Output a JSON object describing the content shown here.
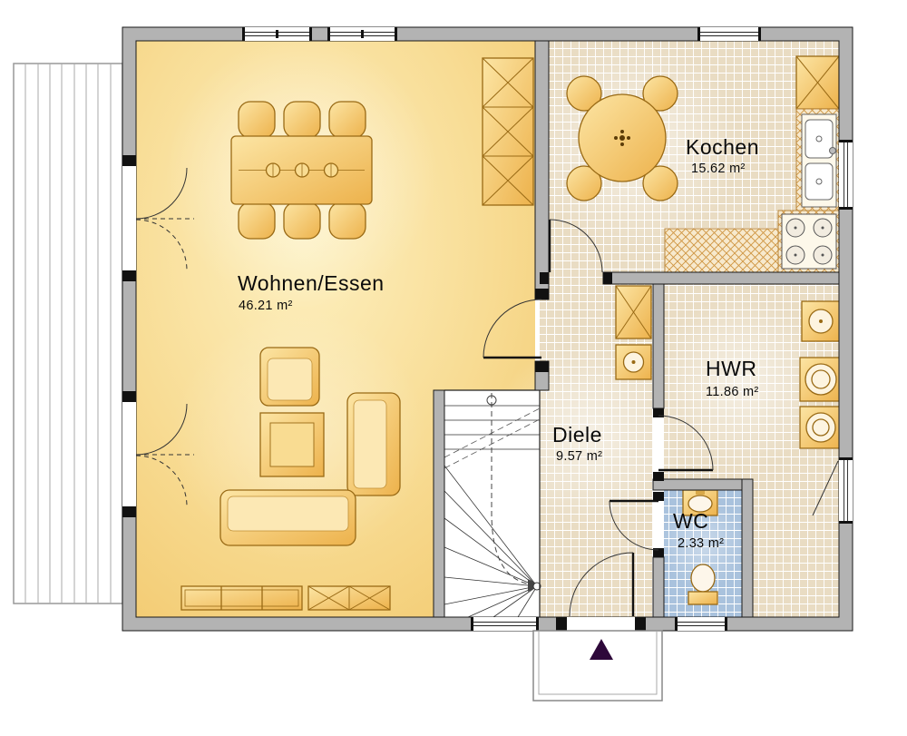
{
  "plan": {
    "rooms": [
      {
        "id": "wohnen-essen",
        "name": "Wohnen/Essen",
        "area": "46.21 m²"
      },
      {
        "id": "kochen",
        "name": "Kochen",
        "area": "15.62 m²"
      },
      {
        "id": "hwr",
        "name": "HWR",
        "area": "11.86 m²"
      },
      {
        "id": "diele",
        "name": "Diele",
        "area": "9.57 m²"
      },
      {
        "id": "wc",
        "name": "WC",
        "area": "2.33 m²"
      }
    ],
    "colors": {
      "wall_fill": "#b3b3b3",
      "living_floor": "#f6d88c",
      "tile_floor": "#e9dcc3",
      "wc_tile_floor": "#a9c2dd",
      "furniture": "#f2c564",
      "furniture_outline": "#996a15",
      "entrance_arrow": "#2e083a"
    }
  }
}
